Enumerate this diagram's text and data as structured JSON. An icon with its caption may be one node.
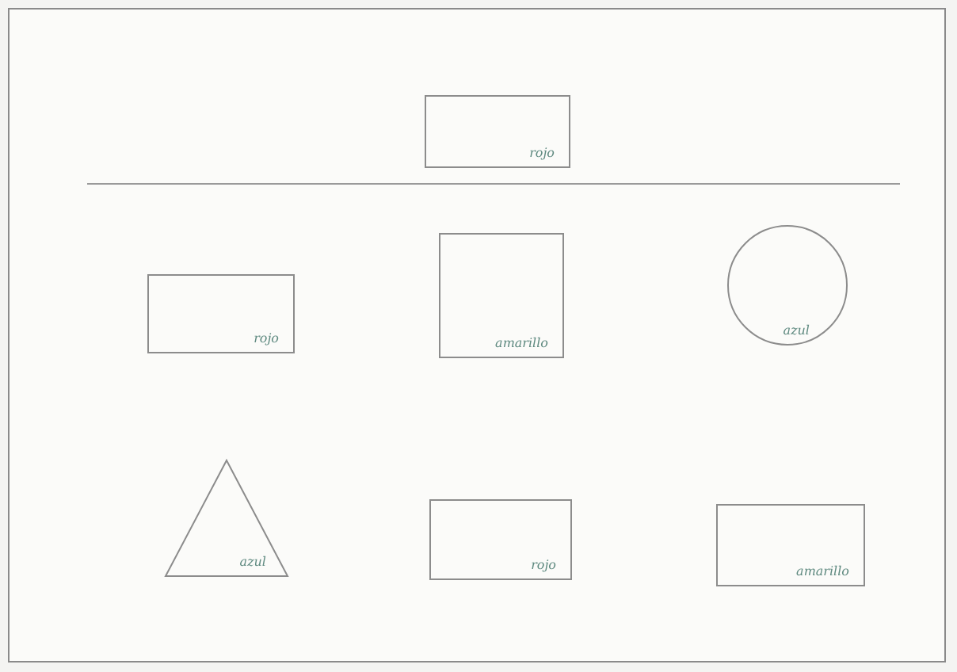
{
  "diagram": {
    "nodes": [
      {
        "text": [
          "rojo"
        ]
      },
      {
        "text": [
          "rojo"
        ]
      },
      {
        "text": [
          "amarillo"
        ]
      },
      {
        "text": [
          "azul"
        ]
      },
      {
        "text": [
          "azul"
        ]
      },
      {
        "text": [
          "rojo"
        ]
      },
      {
        "text": [
          "amarillo"
        ]
      }
    ]
  }
}
